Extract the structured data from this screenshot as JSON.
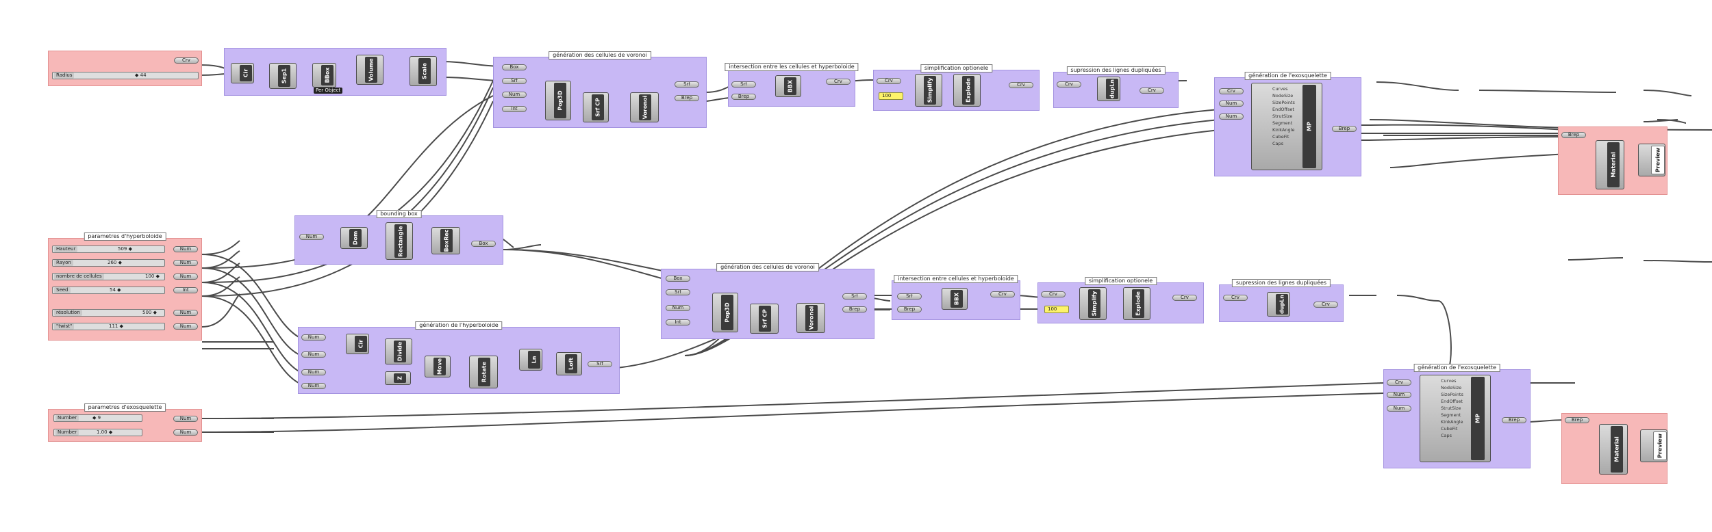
{
  "groups": {
    "voronoi_top": "génération des cellules de voronoi",
    "intersect_top": "intersection entre les cellules et hyperboloide",
    "simplif_top": "simplification optionele",
    "dup_top": "supression des lignes dupliquées",
    "exo_top": "génération de l'exosquelette",
    "bbox": "bounding box",
    "hyper_params": "parametres d'hyperboloide",
    "hyper_gen": "génération de l'hyperboloide",
    "voronoi_mid": "génération des cellules de voronoi",
    "intersect_mid": "intersection entre cellules et hyperboloide",
    "simplif_mid": "simplification optionele",
    "dup_mid": "supression des lignes dupliquées",
    "exo_params": "parametres d'exosquelette",
    "exo_mid": "génération de l'exosquelette"
  },
  "sliders": {
    "radius": {
      "label": "Radius",
      "value": "44"
    },
    "hauteur": {
      "label": "Hauteur",
      "value": "509"
    },
    "rayon": {
      "label": "Rayon",
      "value": "260"
    },
    "cellules": {
      "label": "nombre de cellules",
      "value": "100"
    },
    "seed": {
      "label": "Seed",
      "value": "54"
    },
    "resolution": {
      "label": "résolution",
      "value": "500"
    },
    "twist": {
      "label": "\"twist\"",
      "value": "111"
    },
    "number1": {
      "label": "Number",
      "value": "9"
    },
    "number2": {
      "label": "Number",
      "value": "1.00"
    }
  },
  "panels": {
    "simplif_top_value": "100",
    "simplif_mid_value": "100"
  },
  "tags": {
    "per_object": "Per Object"
  },
  "components": {
    "cir": "Cir",
    "sep": "Sep1",
    "bbox": "BBox",
    "volume": "Volume",
    "scale": "Scale",
    "pop3d": "Pop3D",
    "srfcp": "Srf CP",
    "voronoi": "Voronoi",
    "bbx": "BBX",
    "simplify": "Simplify",
    "explode": "Explode",
    "dupln": "dupLn",
    "mp": "MP",
    "material": "Material",
    "preview": "Preview",
    "dom": "Dom",
    "rectangle": "Rectangle",
    "boxrec": "BoxRec",
    "divide": "Divide",
    "z": "Z",
    "move": "Move",
    "rotate": "Rotate",
    "ln": "Ln",
    "loft": "Loft"
  },
  "pills": {
    "crv": "Crv",
    "box": "Box",
    "srf": "Srf",
    "num": "Num",
    "int": "Int",
    "brep": "Brep"
  },
  "mp_inputs": [
    "Curves",
    "NodeSize",
    "SizePoints",
    "EndOffset",
    "StrutSize",
    "Segment",
    "KinkAngle",
    "CubeFit",
    "Caps"
  ],
  "colors": {
    "group_purple": "#c8b8f5",
    "group_pink": "#f7b8b8",
    "panel_yellow": "#fdf36a",
    "component_core": "#3b3b3b"
  }
}
